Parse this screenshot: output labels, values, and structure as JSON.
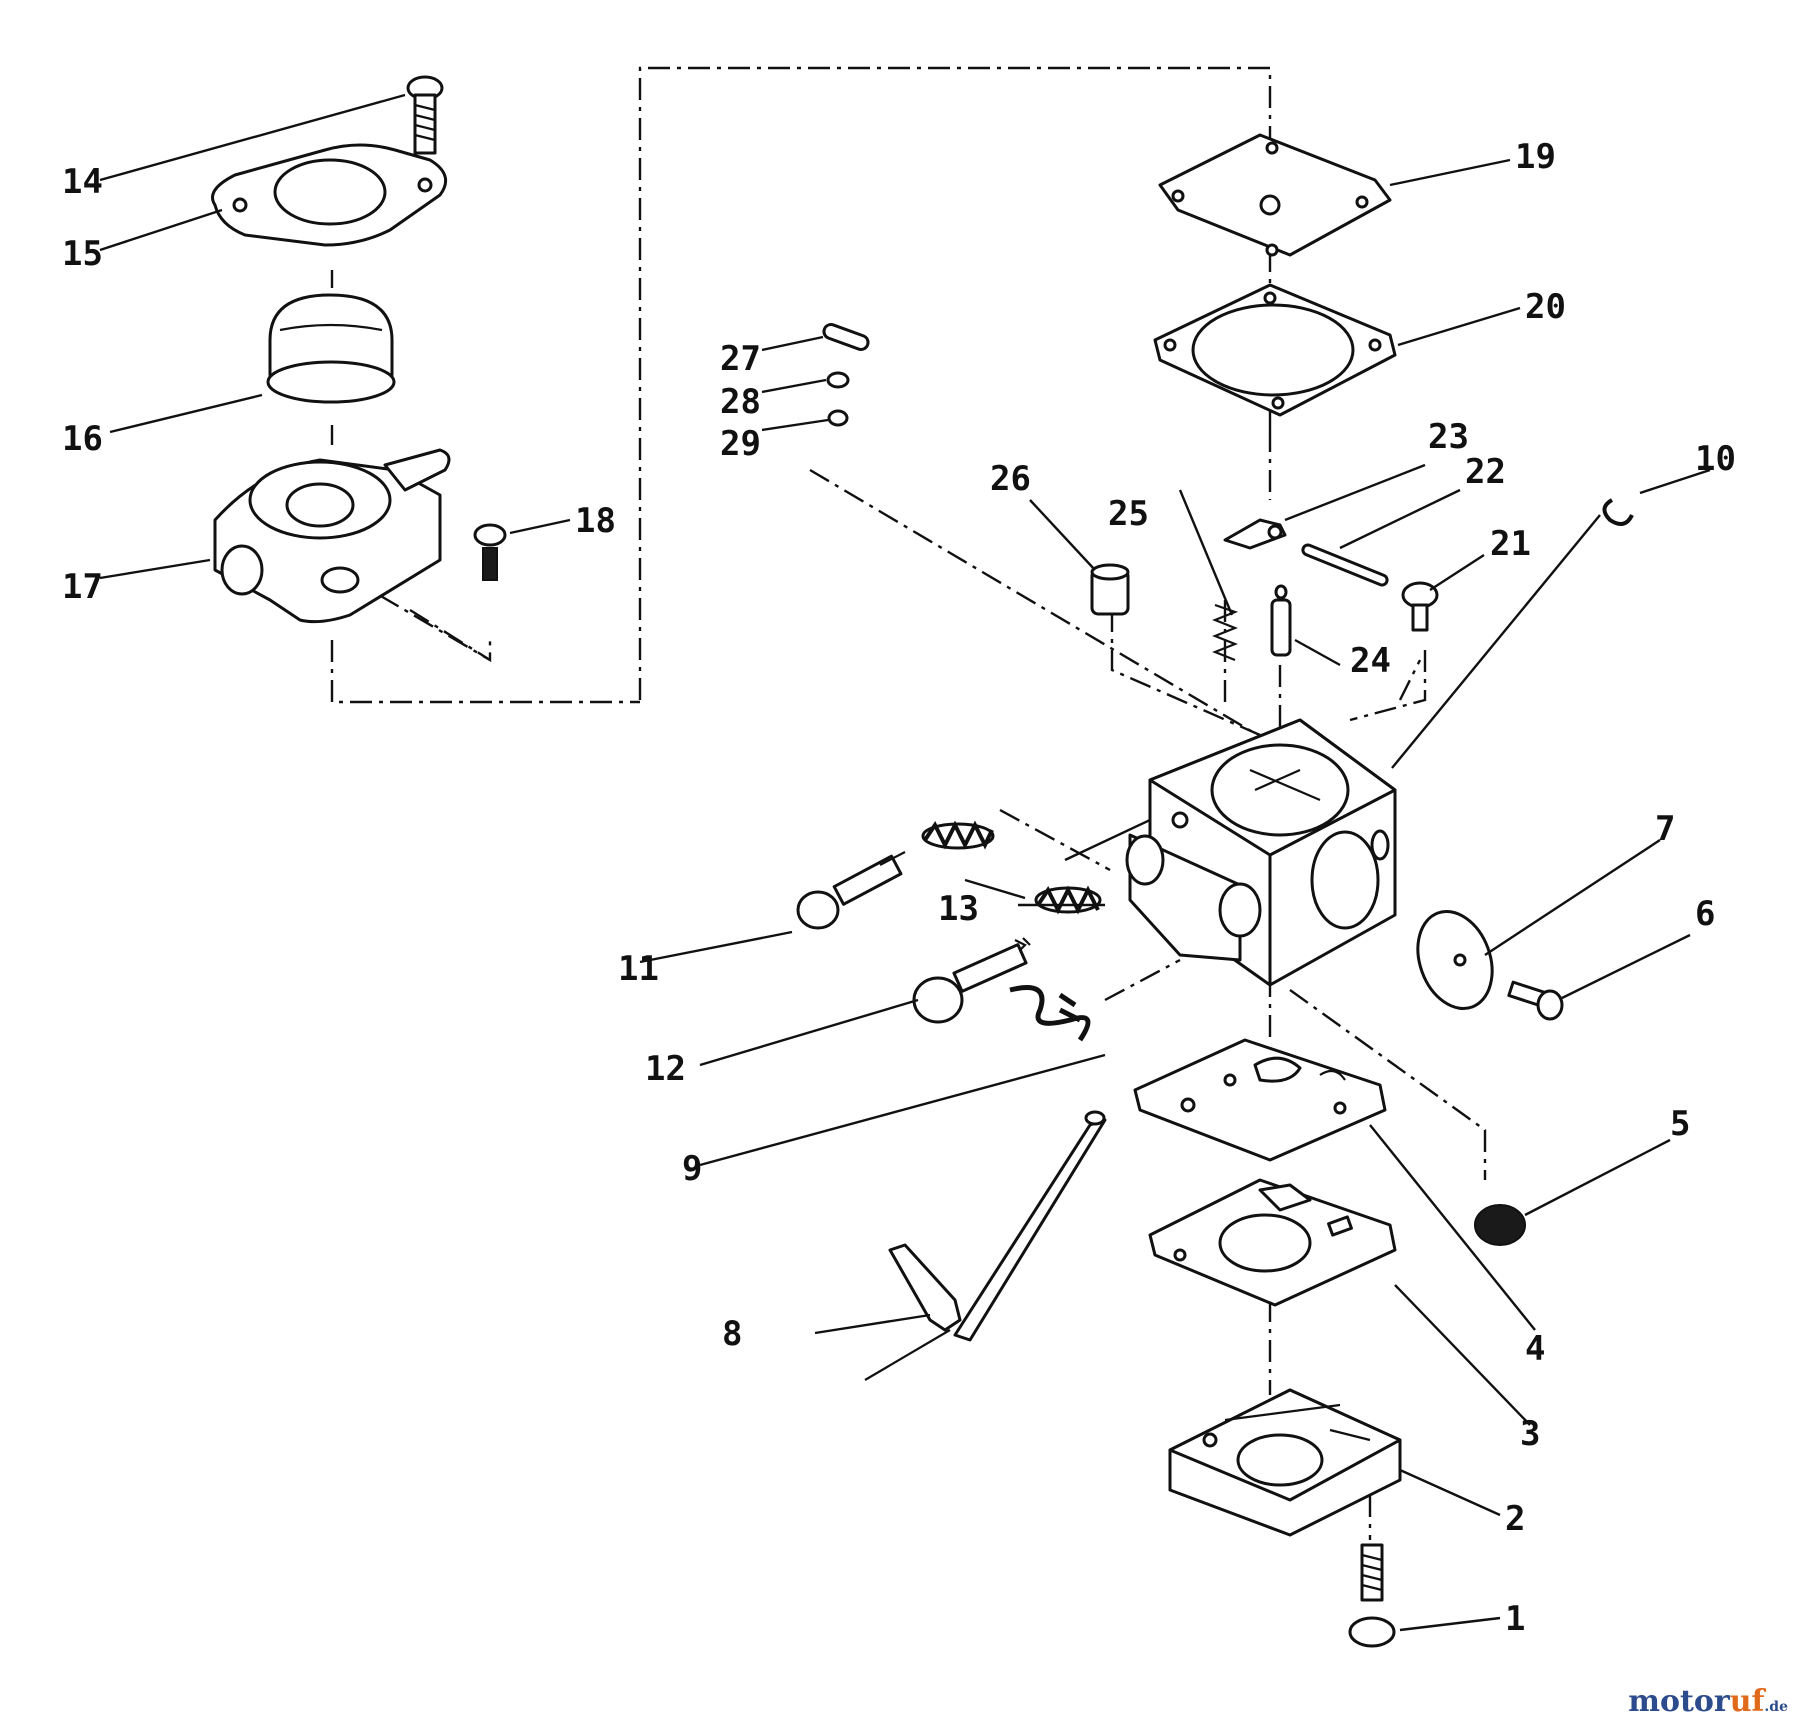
{
  "callouts": {
    "n1": "1",
    "n2": "2",
    "n3": "3",
    "n4": "4",
    "n5": "5",
    "n6": "6",
    "n7": "7",
    "n8": "8",
    "n9": "9",
    "n10": "10",
    "n11": "11",
    "n12": "12",
    "n13": "13",
    "n14": "14",
    "n15": "15",
    "n16": "16",
    "n17": "17",
    "n18": "18",
    "n19": "19",
    "n20": "20",
    "n21": "21",
    "n22": "22",
    "n23": "23",
    "n24": "24",
    "n25": "25",
    "n26": "26",
    "n27": "27",
    "n28": "28",
    "n29": "29"
  },
  "watermark": {
    "name_a": "motor",
    "name_b": "uf",
    "suffix": ".de"
  }
}
